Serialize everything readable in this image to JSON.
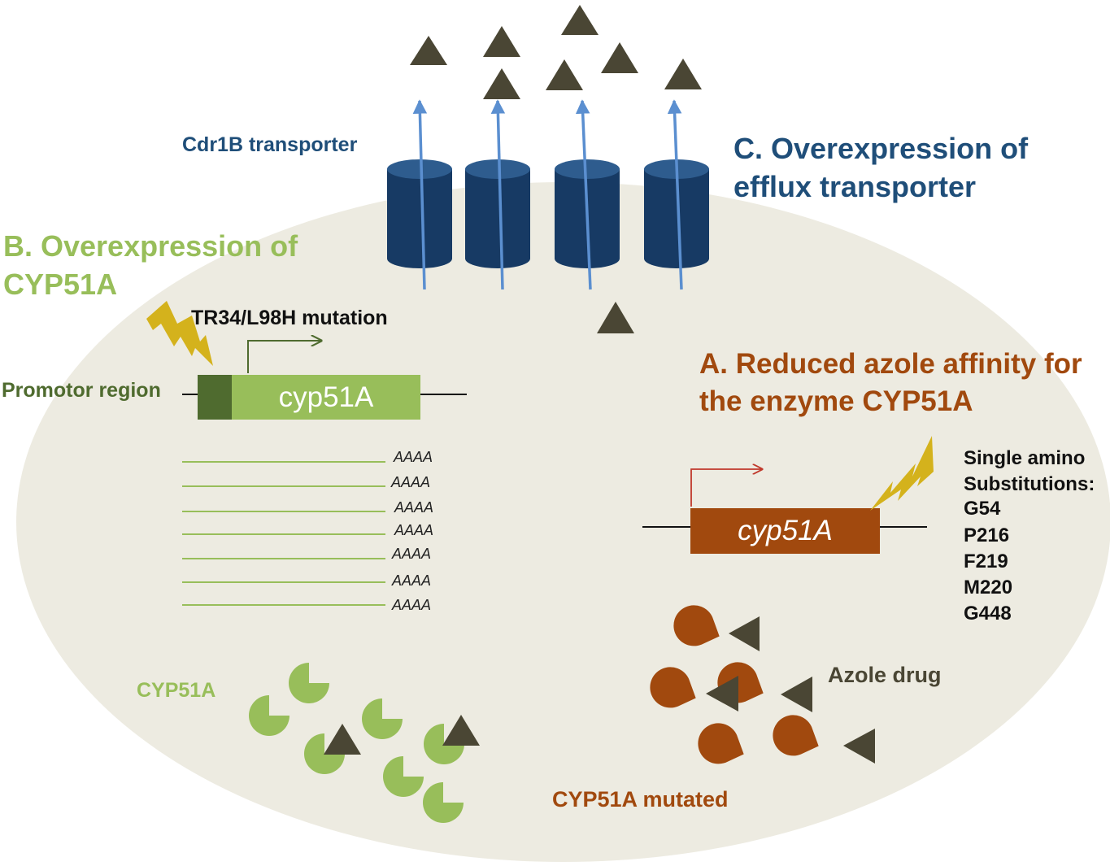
{
  "labels": {
    "transporter": "Cdr1B transporter",
    "title_c": "C. Overexpression of efflux transporter",
    "title_b": "B. Overexpression of CYP51A",
    "mutation": "TR34/L98H mutation",
    "promotor": "Promotor region",
    "gene_b": "cyp51A",
    "title_a": "A. Reduced azole affinity for the enzyme CYP51A",
    "gene_a": "cyp51A",
    "substitutions_heading": "Single amino Substitutions:",
    "substitutions": [
      "G54",
      "P216",
      "F219",
      "M220",
      "G448"
    ],
    "cyp51a": "CYP51A",
    "azole": "Azole drug",
    "mutated": "CYP51A mutated"
  },
  "transcripts": [
    "AAAA",
    "AAAA",
    "AAAA",
    "AAAA",
    "AAAA",
    "AAAA",
    "AAAA"
  ],
  "colors": {
    "cell": "#edebe1",
    "green": "#98be5a",
    "dark_green": "#4f6b2f",
    "blue_text": "#1f4e79",
    "transporter": "#173a64",
    "arrow": "#5b8fd0",
    "brown": "#a1490e",
    "azole": "#4a4634",
    "lightning": "#d4b21c"
  }
}
